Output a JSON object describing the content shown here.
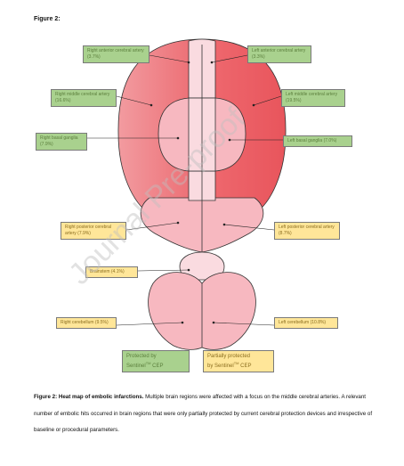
{
  "figure_label": "Figure 2:",
  "regions": {
    "right_anterior": "Right anterior cerebral artery (3.7%)",
    "left_anterior": "Left anterior cerebral artery (3.3%)",
    "right_middle": "Right middle cerebral artery (16.6%)",
    "left_middle": "Left middle cerebral artery (19.5%)",
    "right_basal": "Right basal ganglia (7.9%)",
    "left_basal": "Left basal ganglia (7.0%)",
    "right_posterior": "Right posterior cerebral artery (7.9%)",
    "left_posterior": "Left posterior cerebral artery (8.7%)",
    "brainstem": "Brainstem (4.1%)",
    "right_cerebellum": "Right cerebellum (9.5%)",
    "left_cerebellum": "Left cerebellum (10.8%)"
  },
  "legend": {
    "protected_1": "Protected by",
    "protected_2": "Sentinel",
    "protected_sup": "TM",
    "protected_3": " CEP",
    "partial_1": "Partially protected",
    "partial_2": "by Sentinel",
    "partial_sup": "TM",
    "partial_3": " CEP"
  },
  "colors": {
    "protected": "#a9d18e",
    "partial": "#ffe699",
    "middle_dark": "#e8555c",
    "middle_light": "#f08f93",
    "posterior": "#f7b8c0",
    "pale": "#fadbe0"
  },
  "caption": {
    "title": "Figure 2: Heat map of embolic infarctions.",
    "body": " Multiple brain regions were affected with a focus on the middle cerebral arteries. A relevant number of embolic hits occurred in brain regions that were only partially protected by current cerebral protection devices and irrespective of baseline or procedural parameters."
  },
  "watermark": "Journal Pre-proof"
}
